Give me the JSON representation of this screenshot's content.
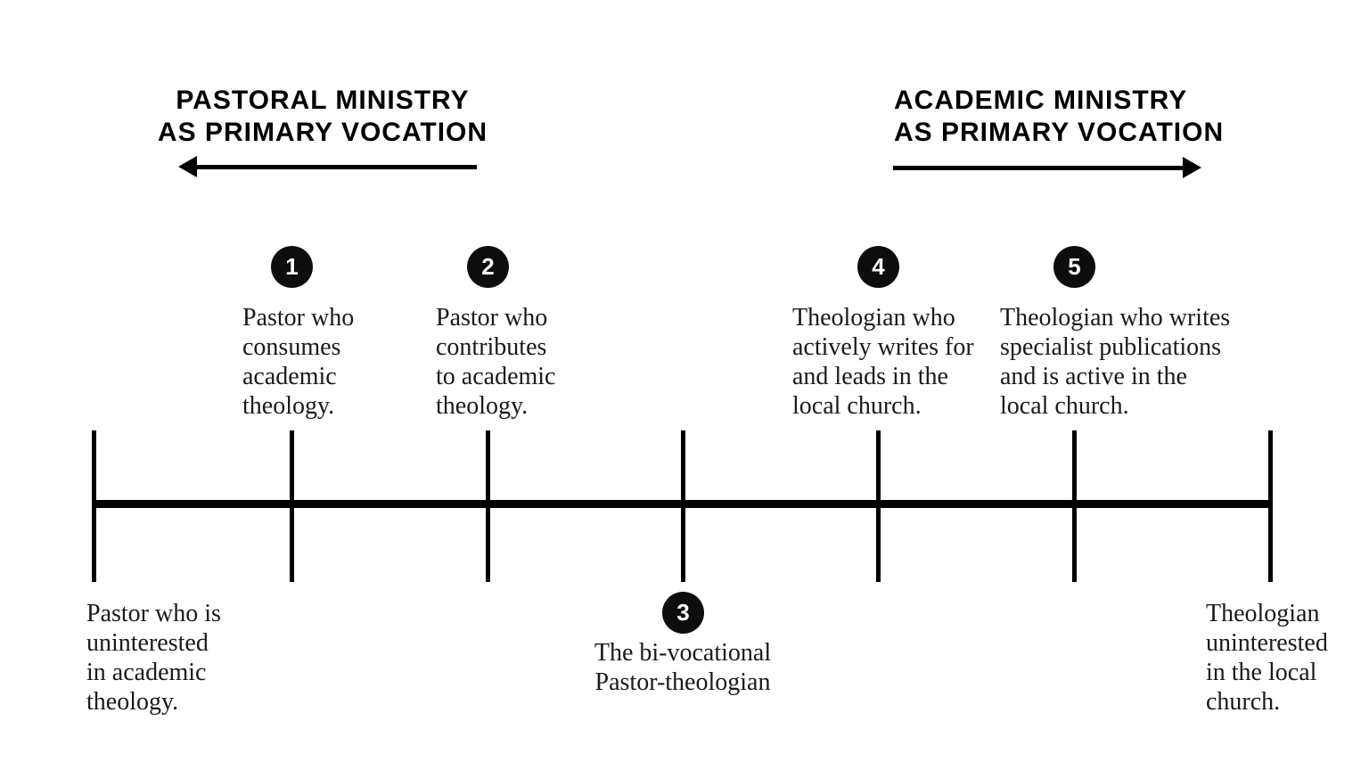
{
  "palette": {
    "background": "#ffffff",
    "line_color": "#000000",
    "text_color": "#1a1a1a",
    "badge_bg": "#0d0d0d",
    "badge_text": "#ffffff"
  },
  "headers": {
    "left": {
      "title_line1": "PASTORAL MINISTRY",
      "title_line2": "AS PRIMARY VOCATION",
      "arrow_direction": "left"
    },
    "right": {
      "title_line1": "ACADEMIC MINISTRY",
      "title_line2": "AS PRIMARY VOCATION",
      "arrow_direction": "right"
    }
  },
  "spectrum": {
    "tick_count": 7,
    "points": [
      {
        "number": "1",
        "side": "above",
        "description": "Pastor who\nconsumes\nacademic\ntheology."
      },
      {
        "number": "2",
        "side": "above",
        "description": "Pastor who\ncontributes\nto academic\ntheology."
      },
      {
        "number": "3",
        "side": "below",
        "description": "The bi-vocational\nPastor-theologian"
      },
      {
        "number": "4",
        "side": "above",
        "description": "Theologian who\nactively writes for\nand leads in the\nlocal church."
      },
      {
        "number": "5",
        "side": "above",
        "description": "Theologian who writes\nspecialist publications\nand is active in the\nlocal church."
      }
    ],
    "left_endpoint": "Pastor who is\nuninterested\nin academic\ntheology.",
    "right_endpoint": "Theologian\nuninterested\nin the local\nchurch."
  }
}
